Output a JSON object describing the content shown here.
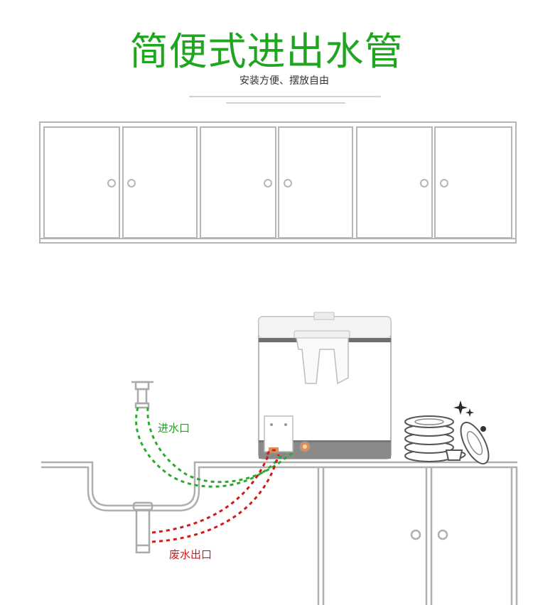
{
  "header": {
    "title": "简便式进出水管",
    "subtitle": "安装方便、摆放自由",
    "fineprint_line1": "",
    "fineprint_line2": ""
  },
  "labels": {
    "water_inlet": "进水口",
    "waste_outlet": "废水出口"
  },
  "colors": {
    "title_green": "#1fa51f",
    "inlet_pipe_green": "#2fa82f",
    "outlet_pipe_red": "#d21a1a",
    "line_gray": "#b0b0b0"
  },
  "icons": {
    "faucet": "faucet-icon",
    "sparkle": "sparkle-icon"
  }
}
